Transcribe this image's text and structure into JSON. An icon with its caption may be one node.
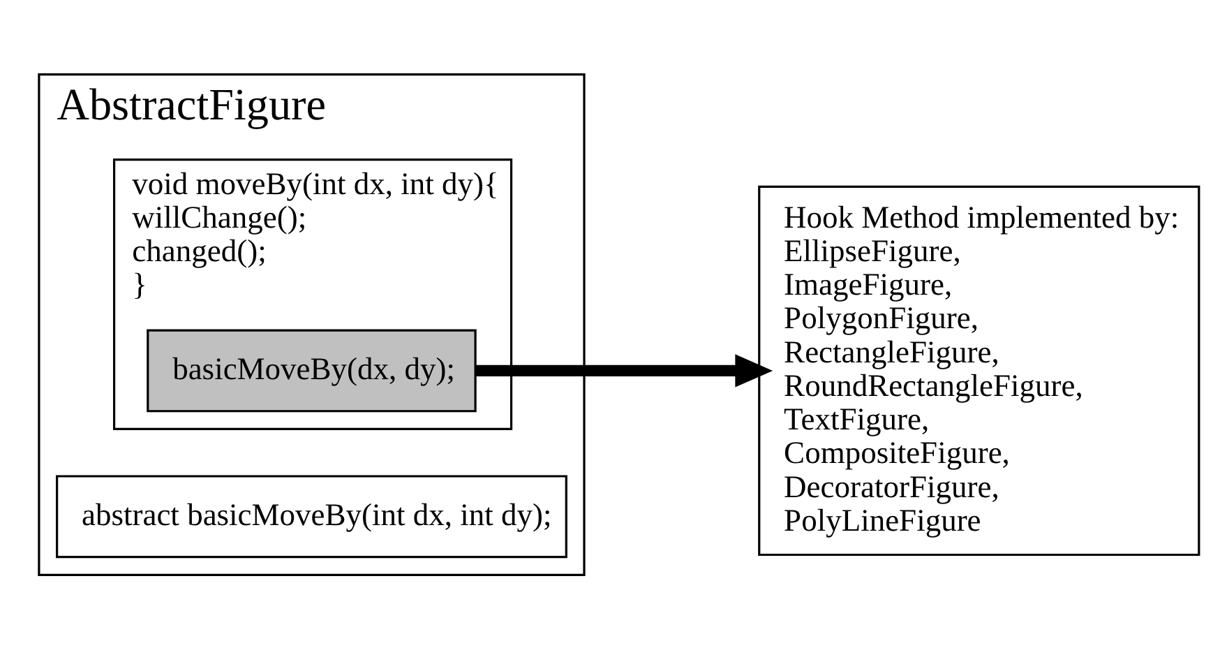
{
  "diagram": {
    "nodes": [
      {
        "text": [
          "AbstractFigure"
        ]
      },
      {
        "text": [
          "void moveBy(int dx, int dy){",
          "willChange();",
          "changed();",
          "}"
        ],
        "in": 0
      },
      {
        "text": [
          "basicMoveBy(dx, dy);"
        ],
        "in": 1
      },
      {
        "text": [
          "abstract basicMoveBy(int dx, int dy);"
        ],
        "in": 0
      },
      {
        "text": [
          "Hook Method implemented by:",
          "EllipseFigure, ImageFigure, PolygonFigure, RectangleFigure, RoundRectangleFigure, TextFigure, CompositeFigure, DecoratorFigure, PolyLineFigure"
        ]
      }
    ],
    "edges": [
      {
        "from": 2,
        "to": 4,
        "arrow": "to"
      }
    ]
  }
}
